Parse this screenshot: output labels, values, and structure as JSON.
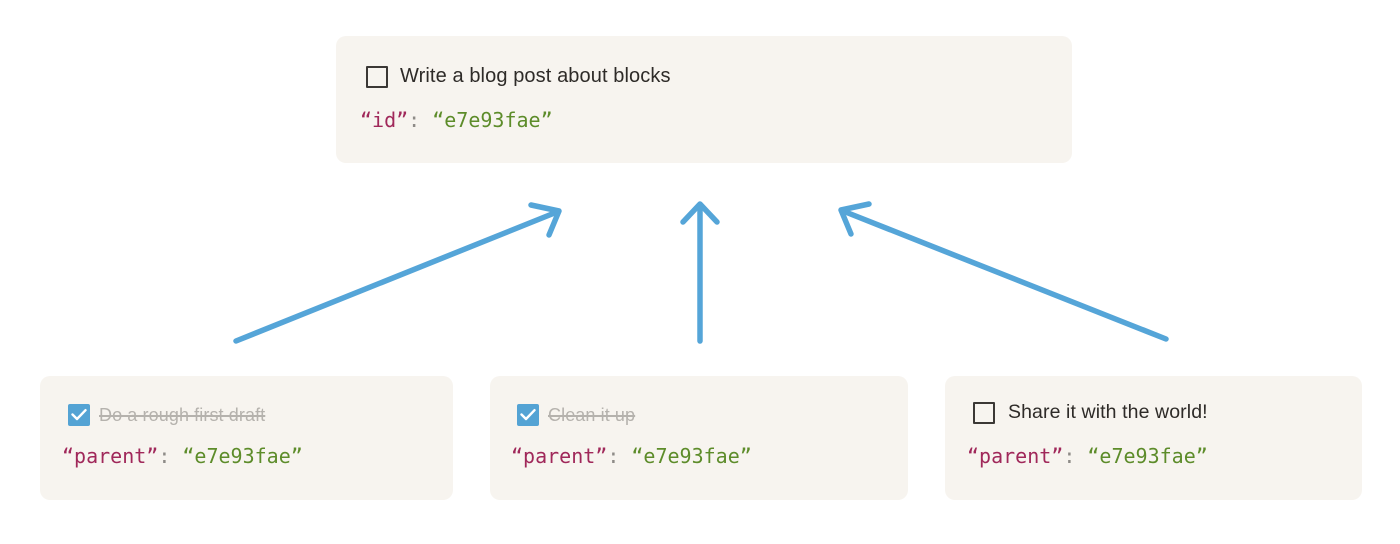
{
  "diagram": {
    "title": "Block parent-child relationship diagram",
    "background_color": "#ffffff",
    "card_color": "#f7f4ef",
    "arrow_color": "#55a5d8",
    "key_color": "#a0285a",
    "value_color": "#5d8c2a",
    "done_text_color": "#b5b2ad",
    "checkbox_checked_color": "#54a3d4"
  },
  "parent_card": {
    "todo_label": "Write a blog post about blocks",
    "checked": false,
    "checkbox_icon": "checkbox-empty-icon",
    "json_key": "“id”",
    "json_colon": ":",
    "json_value": "“e7e93fae”"
  },
  "child_cards": [
    {
      "todo_label": "Do a rough first draft",
      "checked": true,
      "checkbox_icon": "checkbox-checked-icon",
      "json_key": "“parent”",
      "json_colon": ":",
      "json_value": "“e7e93fae”"
    },
    {
      "todo_label": "Clean it up",
      "checked": true,
      "checkbox_icon": "checkbox-checked-icon",
      "json_key": "“parent”",
      "json_colon": ":",
      "json_value": "“e7e93fae”"
    },
    {
      "todo_label": "Share it with the world!",
      "checked": false,
      "checkbox_icon": "checkbox-empty-icon",
      "json_key": "“parent”",
      "json_colon": ":",
      "json_value": "“e7e93fae”"
    }
  ],
  "arrows": [
    {
      "name": "arrow-child1-to-parent",
      "direction": "up-right"
    },
    {
      "name": "arrow-child2-to-parent",
      "direction": "up"
    },
    {
      "name": "arrow-child3-to-parent",
      "direction": "up-left"
    }
  ]
}
